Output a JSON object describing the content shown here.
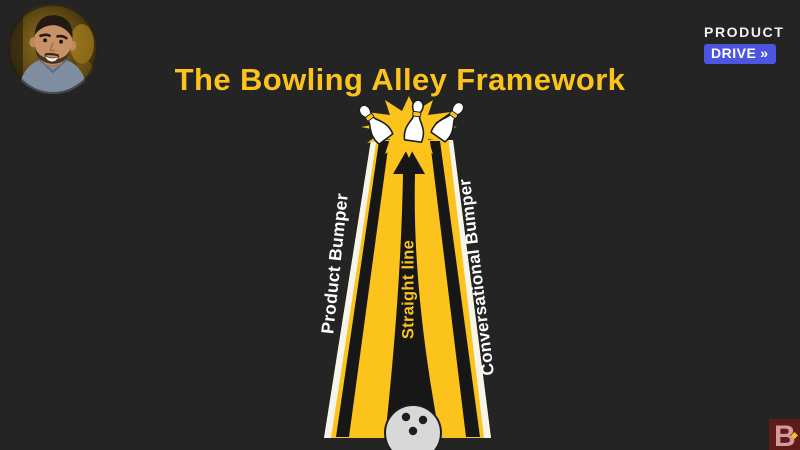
{
  "frame": {
    "background": "#242424"
  },
  "header": {
    "title": "The Bowling Alley Framework",
    "title_color": "#FBC31C"
  },
  "brand": {
    "top_text": "PRODUCT",
    "badge_text": "DRIVE",
    "badge_arrows": "»",
    "badge_bg": "#4B55E0"
  },
  "diagram": {
    "left_bumper_label": "Product Bumper",
    "center_lane_label": "Straight line",
    "right_bumper_label": "Conversational Bumper",
    "alley_color": "#FBC31C",
    "lane_color": "#171717",
    "edge_color": "#F7F4EC",
    "pin_color": "#FFFFFF",
    "ball_color": "#D8D8D8"
  },
  "watermark": {
    "letter": "B"
  }
}
